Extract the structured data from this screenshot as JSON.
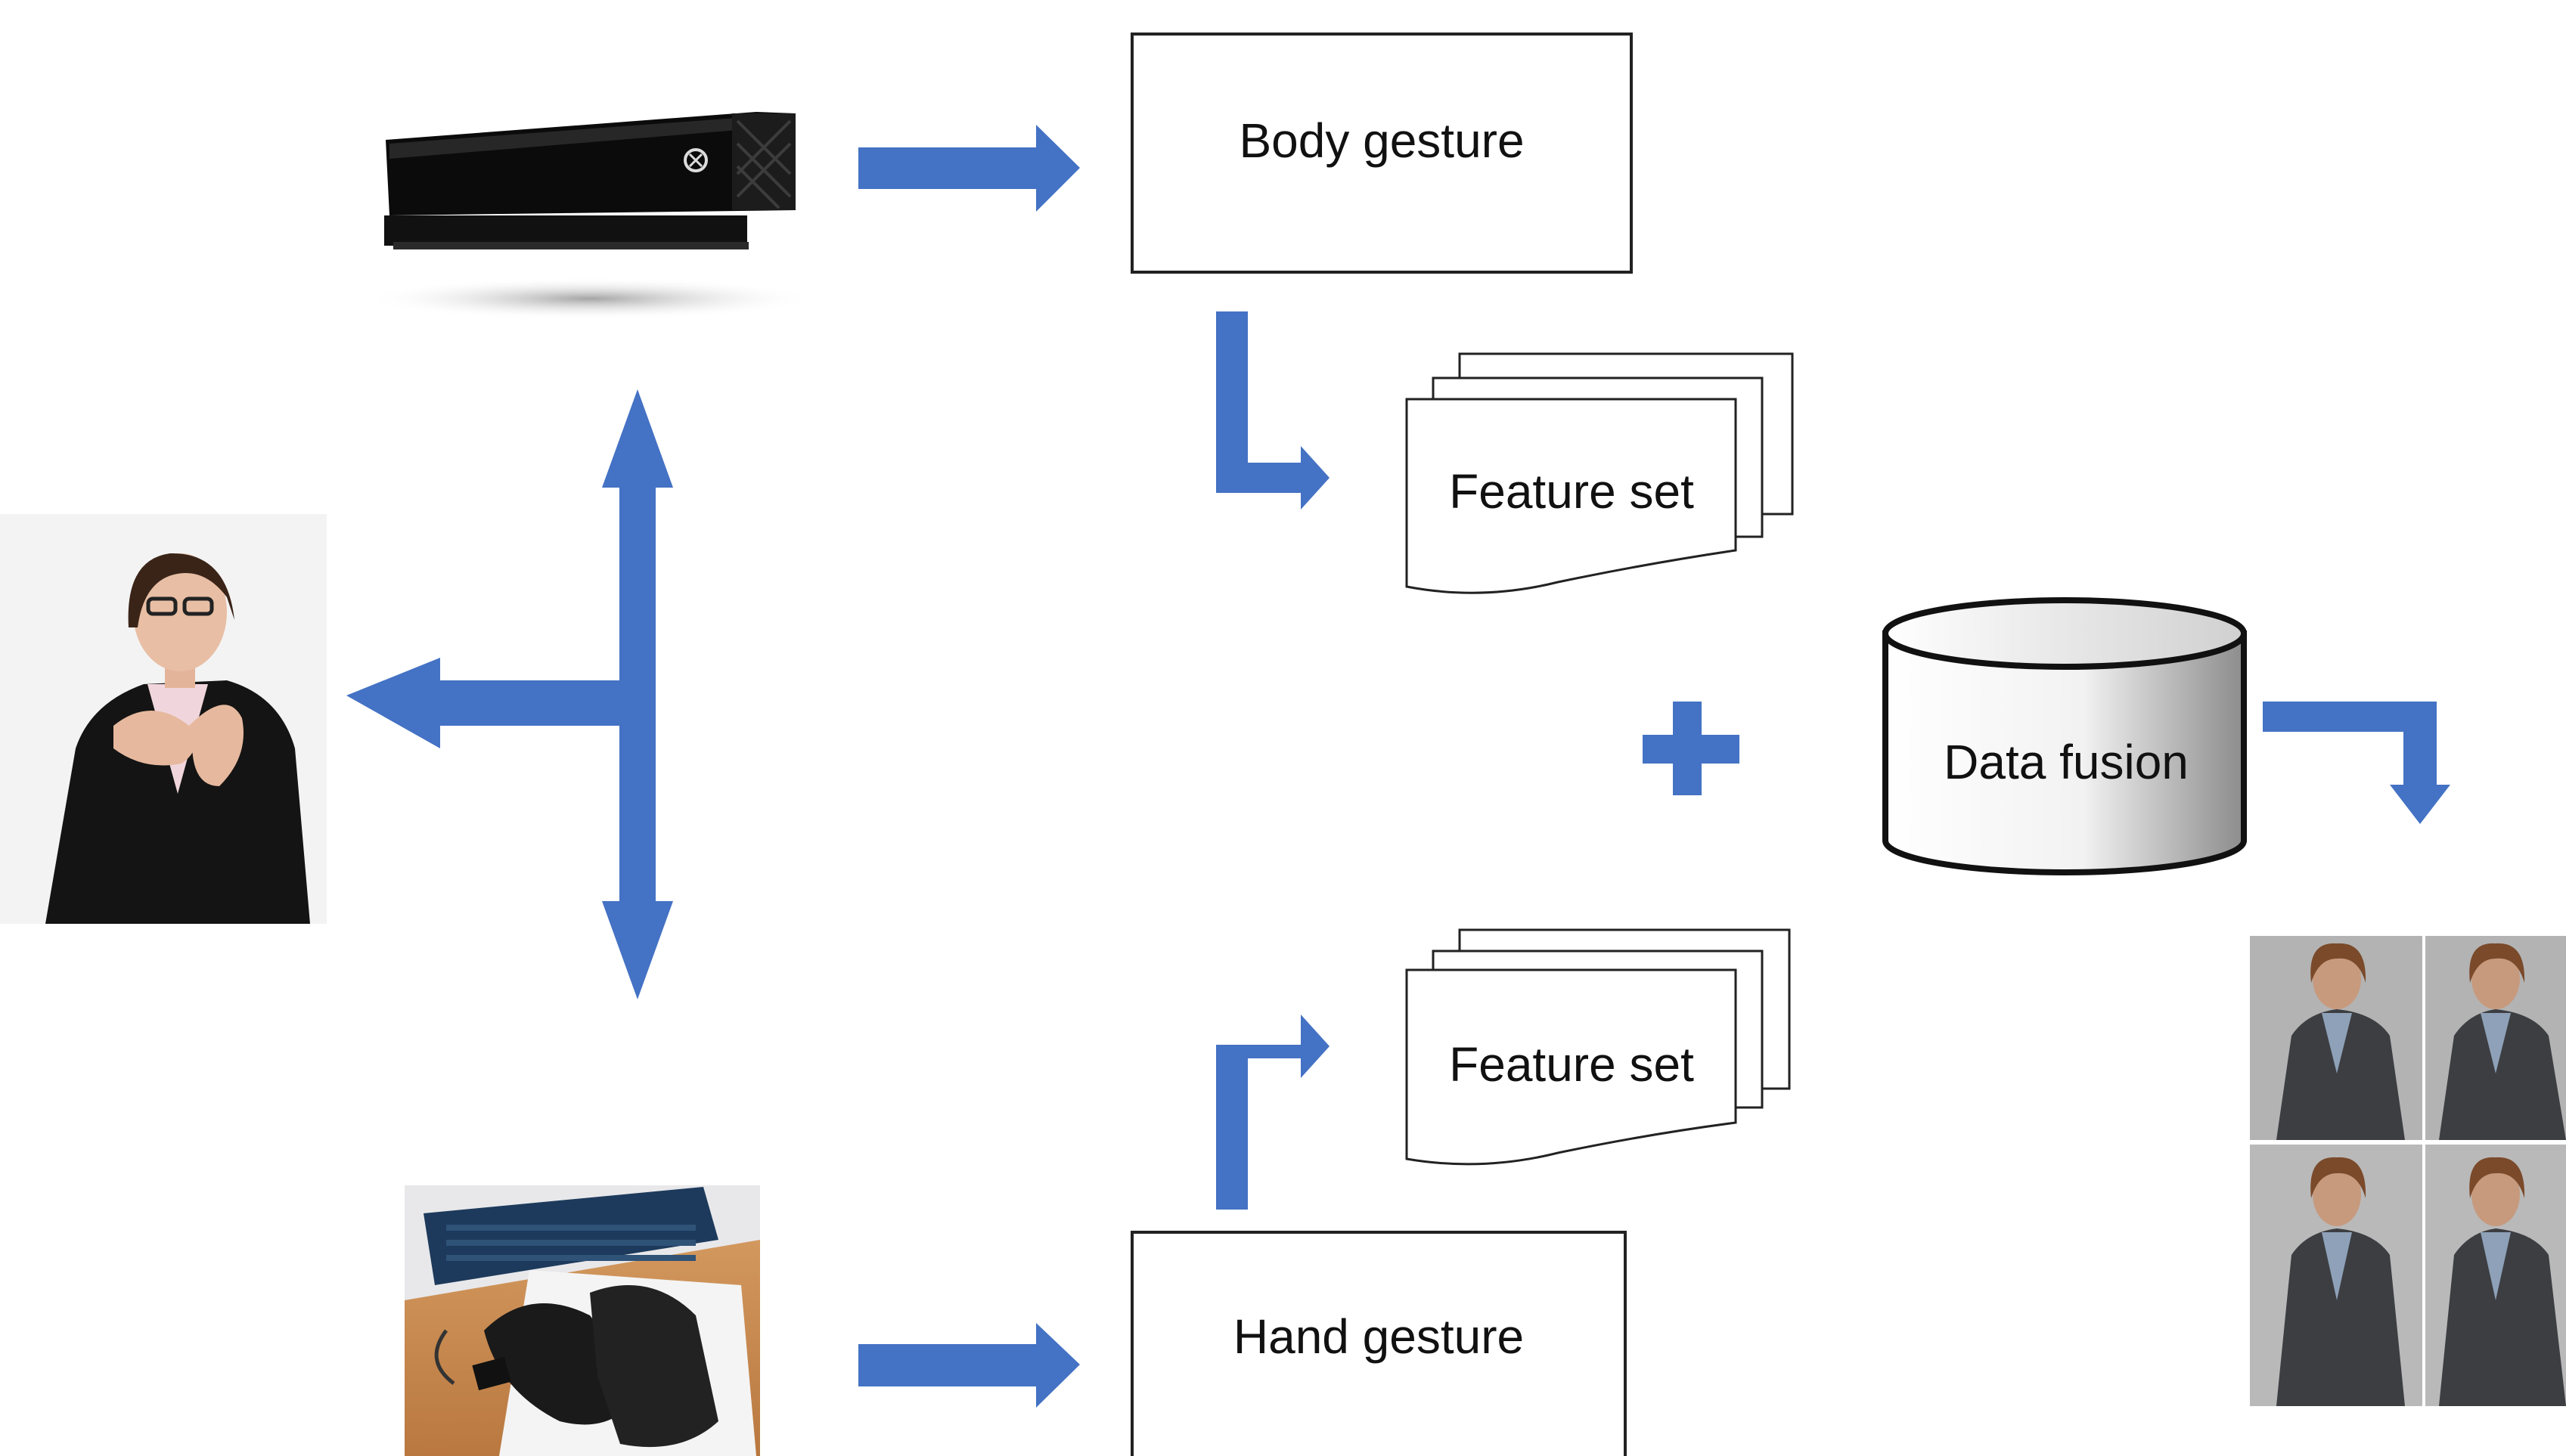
{
  "colors": {
    "arrow": "#4472C4",
    "box_stroke": "#222222",
    "text": "#111111"
  },
  "nodes": {
    "body_gesture": {
      "label": "Body gesture"
    },
    "hand_gesture": {
      "label": "Hand gesture"
    },
    "feature_set_top": {
      "label": "Feature set"
    },
    "feature_set_bottom": {
      "label": "Feature set"
    },
    "data_fusion": {
      "label": "Data fusion"
    }
  },
  "images": {
    "kinect": {
      "icon": "kinect-sensor-icon"
    },
    "signer": {
      "icon": "signer-photo"
    },
    "gloves": {
      "icon": "sensor-gloves-photo"
    },
    "avatars": {
      "icon": "avatar-grid"
    }
  },
  "edges": [
    {
      "from": "kinect",
      "to": "body_gesture"
    },
    {
      "from": "body_gesture",
      "to": "feature_set_top"
    },
    {
      "from": "gloves",
      "to": "hand_gesture"
    },
    {
      "from": "hand_gesture",
      "to": "feature_set_bottom"
    },
    {
      "from": "feature_set_top",
      "to": "data_fusion",
      "via": "plus"
    },
    {
      "from": "feature_set_bottom",
      "to": "data_fusion",
      "via": "plus"
    },
    {
      "from": "data_fusion",
      "to": "avatars"
    },
    {
      "from": "signer",
      "to": "kinect"
    },
    {
      "from": "signer",
      "to": "gloves"
    }
  ]
}
